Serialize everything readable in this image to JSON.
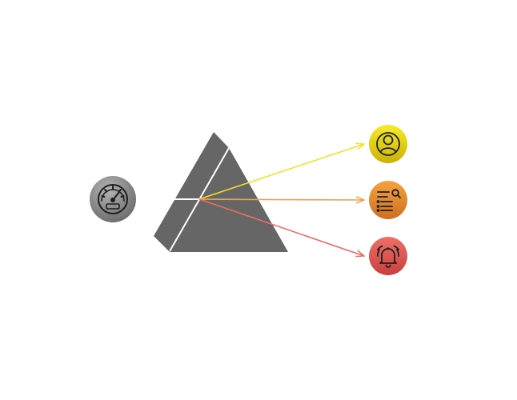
{
  "diagram": {
    "source": {
      "icon": "speedometer-icon",
      "color_light": "#b4b4b4",
      "color_dark": "#6a6a6a"
    },
    "prism": {
      "face_color": "#666666",
      "edge_color": "#ffffff"
    },
    "outputs": [
      {
        "id": "user",
        "icon": "user-profile-icon",
        "beam_color": "#f5e025",
        "color_light": "#f7ea2a",
        "color_dark": "#c9b208"
      },
      {
        "id": "list-search",
        "icon": "list-search-icon",
        "beam_color": "#f0a04a",
        "color_light": "#f4a33e",
        "color_dark": "#cf6e22"
      },
      {
        "id": "alarm",
        "icon": "alarm-bell-icon",
        "beam_color": "#ee6c62",
        "color_light": "#ee7068",
        "color_dark": "#c83f3f"
      }
    ]
  }
}
